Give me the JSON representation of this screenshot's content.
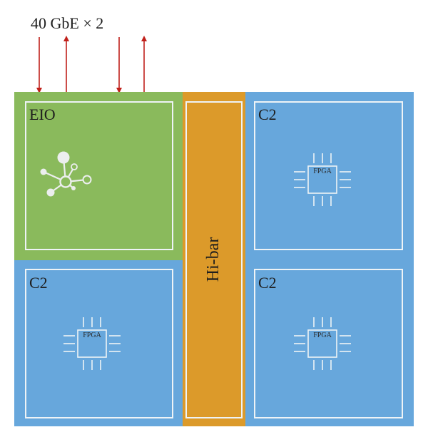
{
  "header": {
    "link_label": "40 GbE × 2"
  },
  "colors": {
    "eio": "#8aba5c",
    "c2": "#67a7dc",
    "hibar": "#dc9a2a",
    "inner_border": "#eef3f6",
    "arrow": "#c0201a",
    "label_text": "#1e1e1e"
  },
  "modules": {
    "eio": {
      "label": "EIO",
      "icon": "network-hub-icon"
    },
    "hibar": {
      "label": "Hi-bar"
    },
    "c2_top_right": {
      "label": "C2",
      "chip_label": "FPGA"
    },
    "c2_bottom_left": {
      "label": "C2",
      "chip_label": "FPGA"
    },
    "c2_bottom_right": {
      "label": "C2",
      "chip_label": "FPGA"
    }
  },
  "arrows": [
    {
      "direction": "down"
    },
    {
      "direction": "up"
    },
    {
      "direction": "down"
    },
    {
      "direction": "up"
    }
  ]
}
